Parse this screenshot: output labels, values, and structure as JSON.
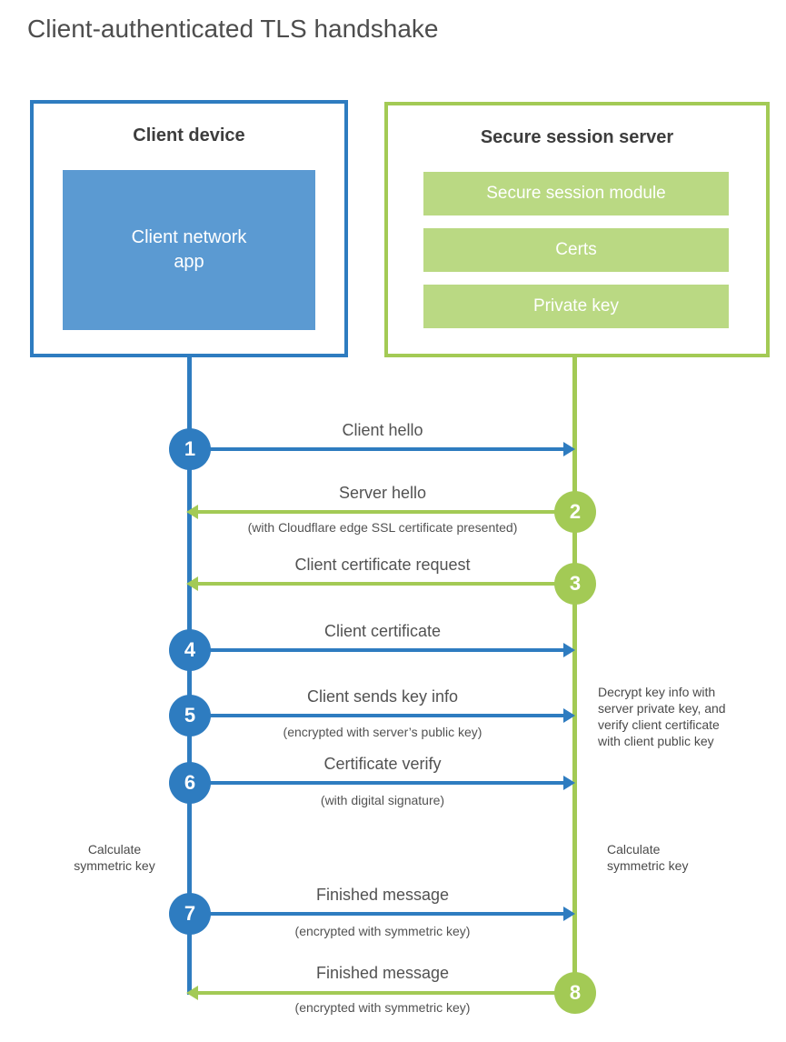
{
  "title": "Client-authenticated TLS handshake",
  "colors": {
    "blue": "#2e7cc0",
    "blue_fill": "#5b9ad2",
    "green": "#a3ca55",
    "green_fill": "#bad983",
    "heading_text": "#3d3d3d",
    "label_text": "#525252",
    "background": "#ffffff"
  },
  "client": {
    "title": "Client device",
    "app_label": "Client network\napp"
  },
  "server": {
    "title": "Secure session server",
    "modules": [
      "Secure session module",
      "Certs",
      "Private key"
    ]
  },
  "steps": [
    {
      "num": "1",
      "label": "Client hello",
      "sub": "",
      "direction": "right",
      "actor": "client"
    },
    {
      "num": "2",
      "label": "Server hello",
      "sub": "(with Cloudflare edge SSL certificate presented)",
      "direction": "left",
      "actor": "server"
    },
    {
      "num": "3",
      "label": "Client certificate request",
      "sub": "",
      "direction": "left",
      "actor": "server"
    },
    {
      "num": "4",
      "label": "Client certificate",
      "sub": "",
      "direction": "right",
      "actor": "client"
    },
    {
      "num": "5",
      "label": "Client sends key info",
      "sub": "(encrypted with server’s public key)",
      "direction": "right",
      "actor": "client"
    },
    {
      "num": "6",
      "label": "Certificate verify",
      "sub": "(with digital signature)",
      "direction": "right",
      "actor": "client"
    },
    {
      "num": "7",
      "label": "Finished message",
      "sub": "(encrypted with symmetric key)",
      "direction": "right",
      "actor": "client"
    },
    {
      "num": "8",
      "label": "Finished message",
      "sub": "(encrypted with symmetric key)",
      "direction": "left",
      "actor": "server"
    }
  ],
  "notes": {
    "decrypt": "Decrypt key info with\nserver private key, and\nverify client certificate\nwith client public key",
    "calc_left": "Calculate\nsymmetric key",
    "calc_right": "Calculate\nsymmetric key"
  }
}
